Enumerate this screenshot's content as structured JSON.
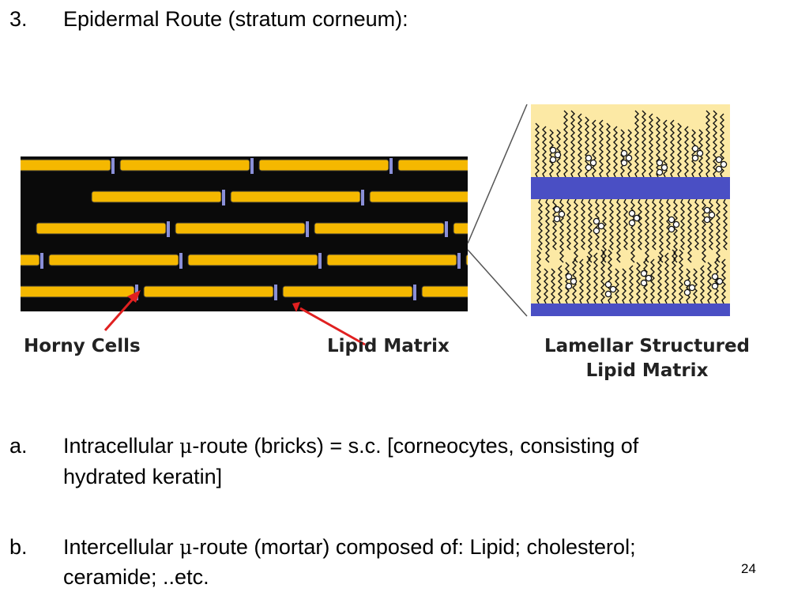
{
  "heading": {
    "marker": "3.",
    "text": "Epidermal Route (stratum corneum):"
  },
  "figure": {
    "label_horny_cells": "Horny Cells",
    "label_lipid_matrix": "Lipid Matrix",
    "label_lamellar_line1": "Lamellar Structured",
    "label_lamellar_line2": "Lipid Matrix",
    "colors": {
      "cell_fill": "#f5b800",
      "mortar": "#0a0a0a",
      "lipid_bg": "#fce9a5",
      "bilayer": "#4a4fc4",
      "arrow": "#e02020"
    }
  },
  "items": [
    {
      "marker": "a.",
      "lead": "Intracellular  ",
      "mu": "μ",
      "rest1": "-route (bricks) = s.c. [corneocytes, consisting of",
      "rest2": "hydrated keratin]"
    },
    {
      "marker": "b.",
      "lead": "Intercellular ",
      "mu": "μ",
      "rest1": "-route (mortar) composed of: Lipid; cholesterol;",
      "rest2": "ceramide; ..etc."
    }
  ],
  "page_number": "24"
}
